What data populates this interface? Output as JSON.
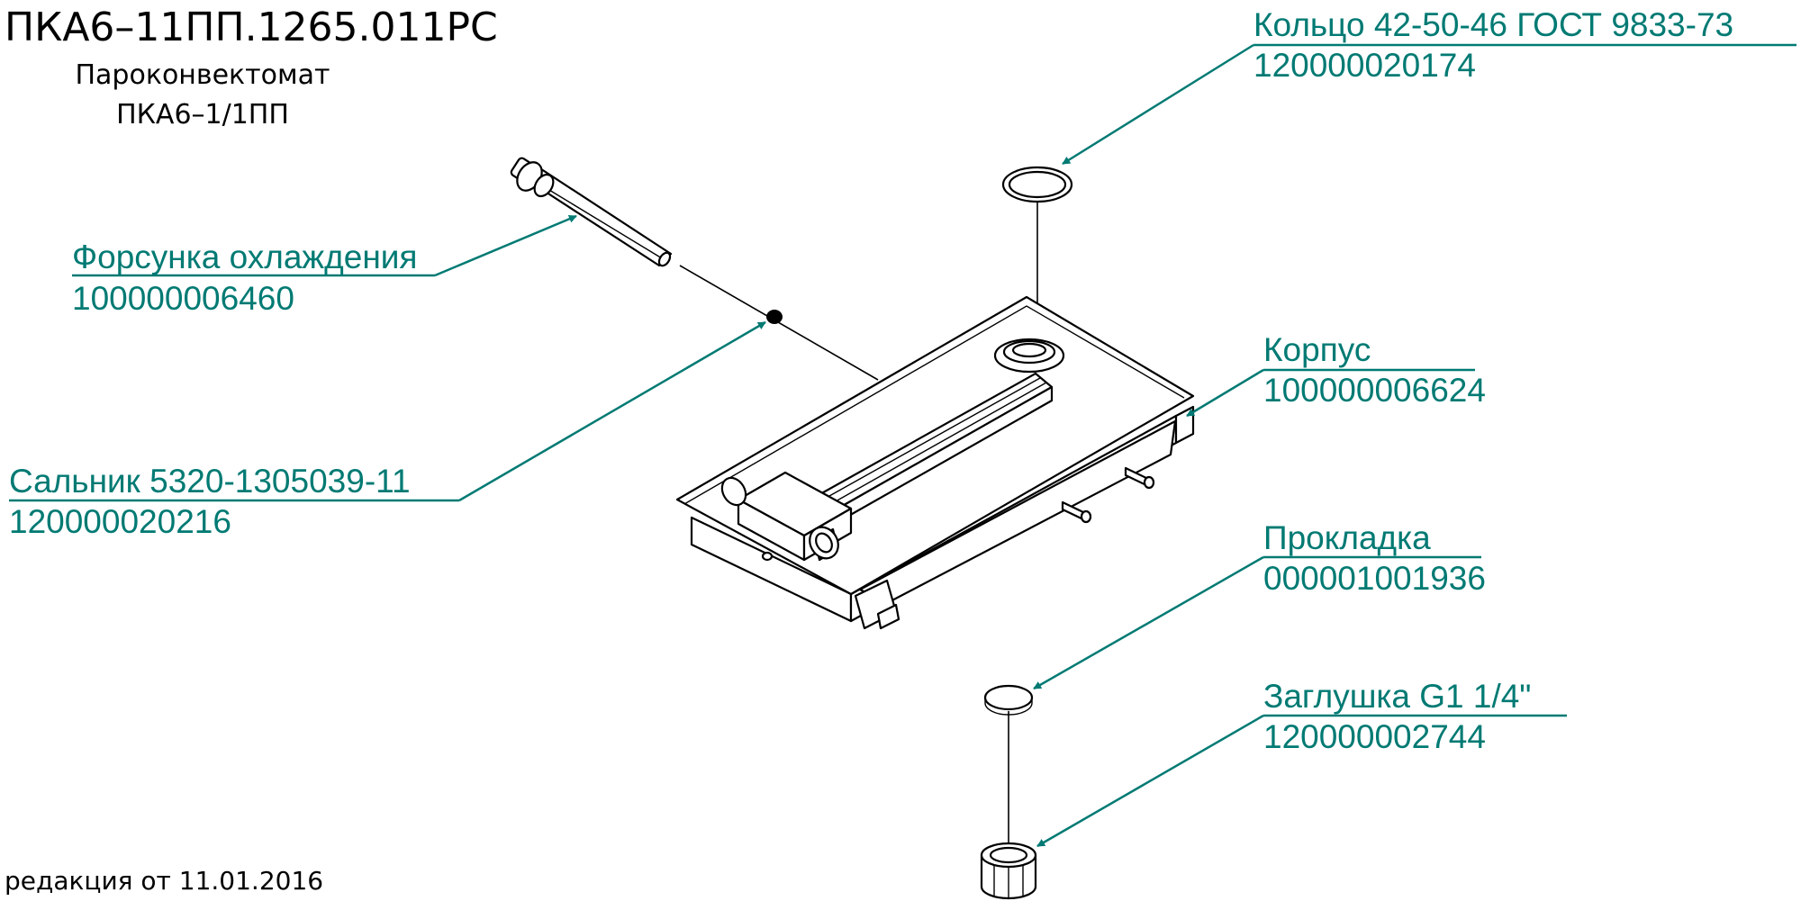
{
  "header": {
    "code": "ПКА6–11ПП.1265.011РС",
    "product_line1": "Пароконвектомат",
    "product_line2": "ПКА6–1/1ПП"
  },
  "footer": {
    "revision": "редакция от 11.01.2016"
  },
  "colors": {
    "callout": "#007a73",
    "line": "#000000",
    "background": "#ffffff"
  },
  "callouts": {
    "ring": {
      "name": "Кольцо 42-50-46 ГОСТ 9833-73",
      "code": "120000020174"
    },
    "nozzle": {
      "name": "Форсунка охлаждения",
      "code": "100000006460"
    },
    "body": {
      "name": "Корпус",
      "code": "100000006624"
    },
    "gland": {
      "name": "Сальник 5320-1305039-11",
      "code": "120000020216"
    },
    "gasket": {
      "name": "Прокладка",
      "code": "000001001936"
    },
    "plug": {
      "name": "Заглушка G1 1/4\"",
      "code": "120000002744"
    }
  }
}
